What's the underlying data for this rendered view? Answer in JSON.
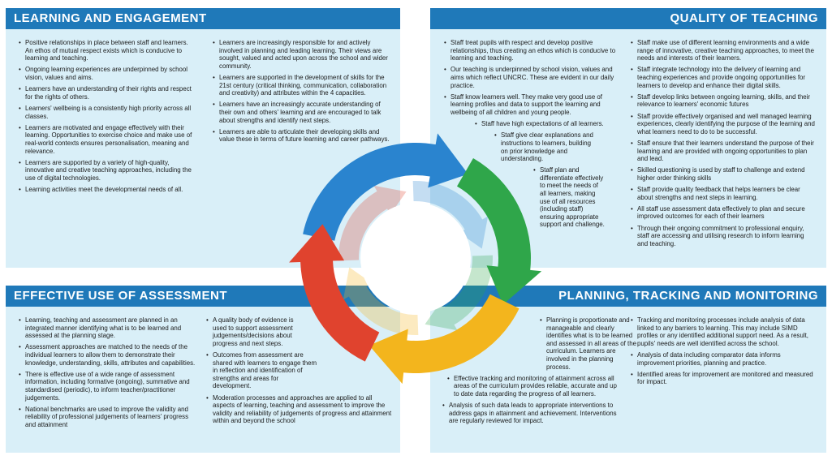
{
  "panels": {
    "learning": {
      "title": "LEARNING AND ENGAGEMENT",
      "col1": [
        "Positive relationships in place between staff and learners. An ethos of mutual respect exists which is conducive to learning and teaching.",
        "Ongoing learning experiences are underpinned by school vision, values and aims.",
        "Learners have an understanding of their rights and respect for the rights of others.",
        "Learners' wellbeing is a consistently high priority across all classes.",
        "Learners are motivated and engage effectively with their learning. Opportunities to exercise choice and make use of real-world contexts ensures personalisation, meaning and relevance.",
        "Learners are supported by a variety of high-quality, innovative and creative teaching approaches, including the use of digital technologies.",
        "Learning activities meet the developmental needs of all."
      ],
      "col2": [
        "Learners are increasingly responsible for and actively involved in planning and leading learning. Their views are sought, valued and acted upon across the school and wider community.",
        "Learners are supported in the development of skills for the 21st century (critical thinking, communication, collaboration and creativity) and attributes within the 4 capacities.",
        "Learners have an increasingly accurate understanding of their own and others' learning and are encouraged to talk about strengths and identify next steps.",
        "Learners are able to articulate their developing skills and value these in terms of future learning and career pathways."
      ]
    },
    "teaching": {
      "title": "QUALITY OF TEACHING",
      "col1": [
        "Staff treat pupils with respect and develop positive relationships, thus creating an ethos which is conducive to learning and teaching.",
        "Our teaching is underpinned by school vision, values and aims which reflect UNCRC. These are evident in our daily practice.",
        "Staff know learners well. They make very good use of learning profiles and data to support the learning and wellbeing of all children and young people.",
        "Staff have high expectations of all learners.",
        "Staff give clear explanations and instructions to learners, building on prior knowledge and understanding.",
        "Staff plan and differentiate effectively to meet the needs of all learners, making use of all resources (including staff) ensuring appropriate support and challenge."
      ],
      "col2": [
        "Staff make use of different learning environments and a wide range of innovative, creative teaching approaches, to meet the needs and interests of their learners.",
        "Staff integrate technology into the delivery of learning and teaching experiences and provide ongoing opportunities for learners to develop and enhance their digital skills.",
        "Staff develop links between ongoing learning, skills, and their relevance to learners' economic futures",
        "Staff provide effectively organised and well managed learning experiences, clearly identifying the purpose of the learning and what learners need to do to be successful.",
        "Staff ensure that their learners understand the purpose of their learning and are provided with ongoing opportunities to plan and lead.",
        "Skilled questioning is used by staff to challenge and extend higher order thinking skills",
        "Staff provide quality feedback that helps learners be clear about strengths and next steps in learning.",
        "All staff use assessment data effectively to plan and secure improved outcomes for each of their learners",
        "Through their ongoing commitment to professional enquiry, staff are accessing and utilising research to inform learning and teaching."
      ]
    },
    "assessment": {
      "title": "EFFECTIVE USE OF ASSESSMENT",
      "col1": [
        "Learning, teaching and assessment are planned in an integrated manner identifying what is to be learned and assessed at the planning stage.",
        "Assessment approaches are matched to the needs of the individual learners to allow them to demonstrate their knowledge, understanding, skills, attributes and capabilities.",
        "There is effective use of a wide range of assessment information, including formative (ongoing), summative and standardised (periodic), to inform teacher/practitioner judgements.",
        "National benchmarks are used to improve the validity and reliability of professional judgements of learners' progress and attainment"
      ],
      "col2": [
        "A quality body of evidence is used to support assessment judgements/decisions about progress and next steps.",
        "Outcomes from assessment are shared with learners to engage them in reflection and identification of strengths and areas for development.",
        "Moderation processes and approaches are applied to all aspects of learning, teaching and assessment to improve the validity and reliability of judgements of progress and attainment within and beyond the school"
      ]
    },
    "planning": {
      "title": "PLANNING, TRACKING AND MONITORING",
      "col1": [
        "Planning is proportionate and manageable and clearly identifies what is to be learned and assessed in all areas of the curriculum. Learners are involved in the planning process.",
        "Effective tracking and monitoring of attainment across all areas of the curriculum provides reliable, accurate and up to date data regarding the progress of all learners.",
        "Analysis of such data leads to appropriate  interventions to address gaps in attainment and achievement. Interventions are regularly reviewed for impact."
      ],
      "col2": [
        "Tracking and monitoring processes include analysis of data linked to any barriers to learning. This may include SIMD profiles or any identified additional support need. As a result, pupils' needs are well identified across the school.",
        "Analysis of data including comparator data informs improvement priorities, planning and practice.",
        "Identified areas for improvement are monitored and measured for impact."
      ]
    }
  },
  "colors": {
    "header": "#1f79b9",
    "panel": "#d9eff8",
    "arrow_blue": "#2a84cf",
    "arrow_green": "#2fa64a",
    "arrow_yellow": "#f3b51d",
    "arrow_red": "#e0432e"
  }
}
